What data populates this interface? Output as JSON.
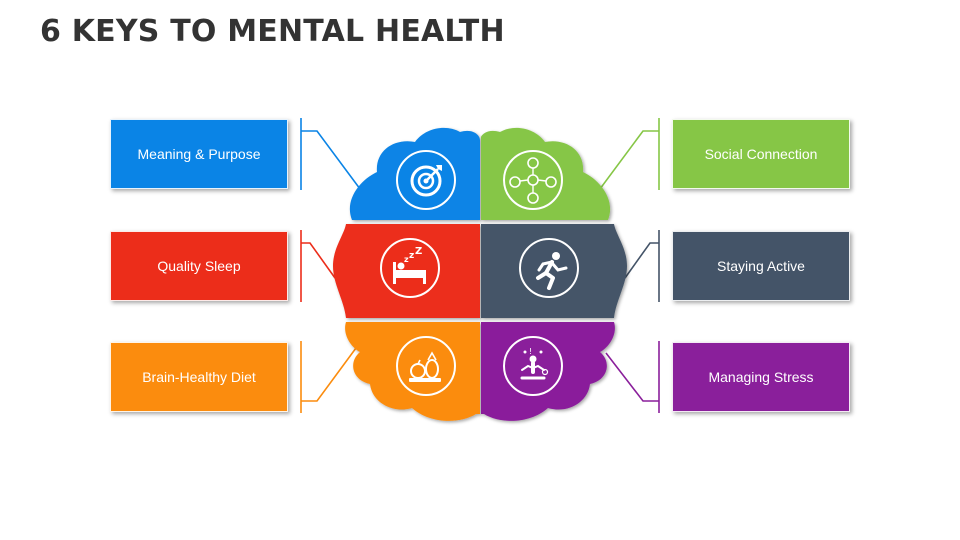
{
  "title": "6 KEYS TO MENTAL HEALTH",
  "keys": [
    {
      "label": "Meaning & Purpose",
      "color": "#0a84e6",
      "icon": "target-icon"
    },
    {
      "label": "Quality Sleep",
      "color": "#ec2d1a",
      "icon": "sleep-bed-icon"
    },
    {
      "label": "Brain-Healthy Diet",
      "color": "#fb8c0e",
      "icon": "fruit-basket-icon"
    },
    {
      "label": "Social Connection",
      "color": "#86c646",
      "icon": "social-network-icon"
    },
    {
      "label": "Staying Active",
      "color": "#445468",
      "icon": "running-person-icon"
    },
    {
      "label": "Managing Stress",
      "color": "#8a1f9b",
      "icon": "meditation-icon"
    }
  ]
}
